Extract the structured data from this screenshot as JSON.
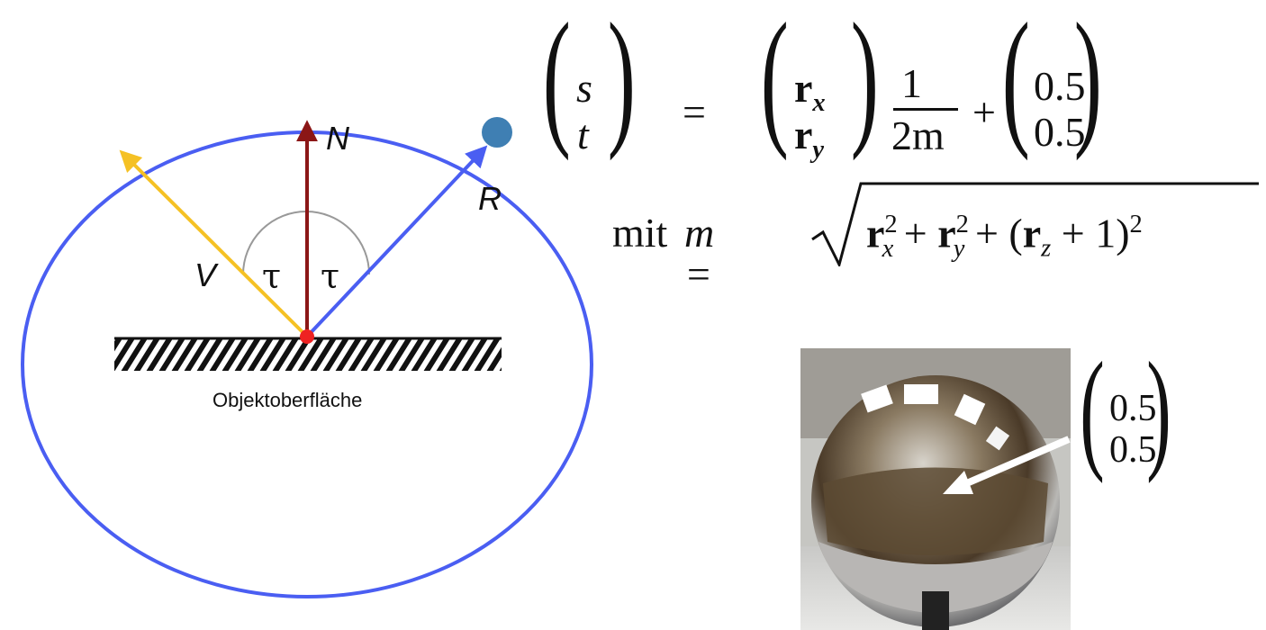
{
  "diagram": {
    "vectors": {
      "view_label": "V",
      "normal_label": "N",
      "reflect_label": "R"
    },
    "angles": {
      "left": "τ",
      "right": "τ"
    },
    "surface_label": "Objektoberfläche",
    "colors": {
      "circle": "#4a5ef2",
      "view_vector": "#f5c124",
      "normal_vector": "#8b1616",
      "reflect_vector": "#4a5ef2",
      "reflection_point": "#3f7fb3",
      "surface_point": "#ee2222"
    }
  },
  "formula": {
    "lhs": [
      "s",
      "t"
    ],
    "equals": "=",
    "vector_r": [
      "r",
      "r"
    ],
    "vector_r_subs": [
      "x",
      "y"
    ],
    "frac_num": "1",
    "frac_den": "2m",
    "plus": "+",
    "offset": [
      "0.5",
      "0.5"
    ],
    "mit_word": "mit",
    "m_def_lhs": "m =",
    "m_def_terms": [
      "r",
      "x",
      "2",
      "+",
      "r",
      "y",
      "2",
      "+ (",
      "r",
      "z",
      "+ 1)",
      "2"
    ]
  },
  "photo": {
    "description_icon": "chrome-sphere-photo",
    "center_label": [
      "0.5",
      "0.5"
    ]
  }
}
